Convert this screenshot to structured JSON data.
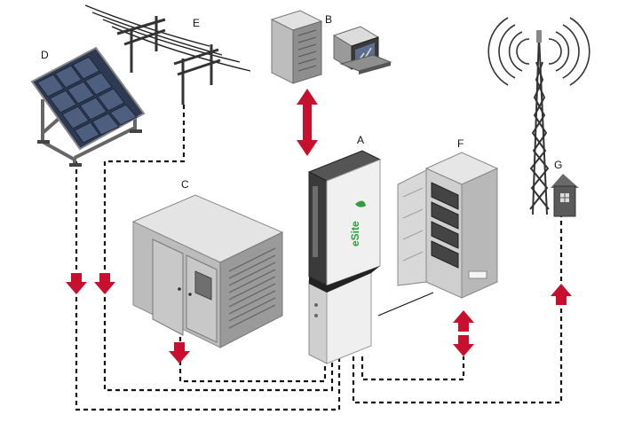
{
  "labels": {
    "a": "A",
    "b": "B",
    "c": "C",
    "d": "D",
    "e": "E",
    "f": "F",
    "g": "G"
  },
  "cabinet_brand": "eSite",
  "colors": {
    "arrow": "#c8102e",
    "cable": "#111111",
    "brand_green": "#2e9e3e",
    "equipment_gray": "#cfcfcf",
    "equipment_dark": "#555555",
    "panel_blue": "#4a5a7a"
  },
  "icons": {
    "solar": "solar-panel-icon",
    "power_line": "power-line-icon",
    "server": "server-tower-icon",
    "workstation": "computer-workstation-icon",
    "generator": "diesel-generator-icon",
    "battery": "battery-cabinet-icon",
    "tower": "radio-tower-icon",
    "shelter": "equipment-shelter-icon"
  }
}
